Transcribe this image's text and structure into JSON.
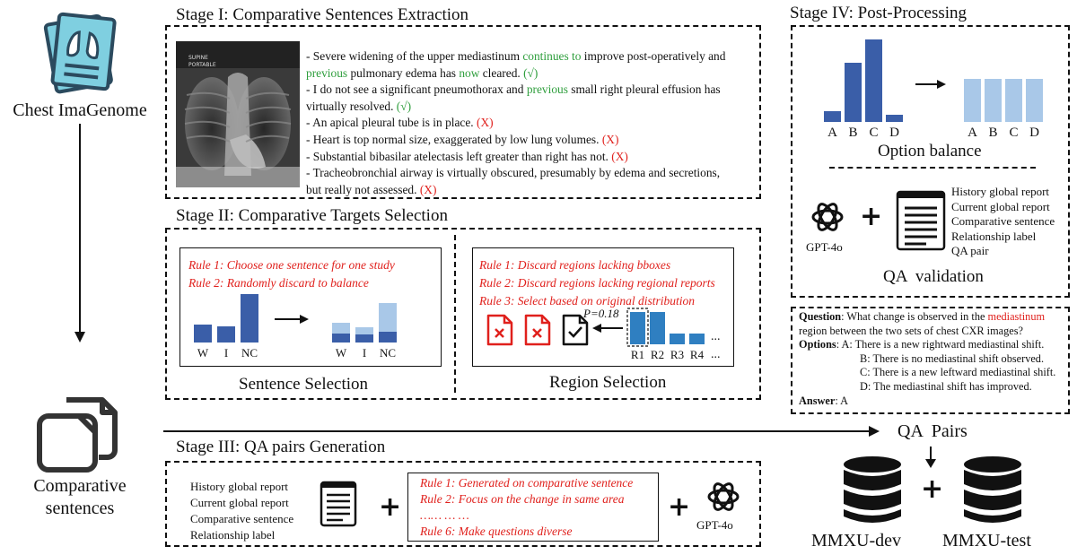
{
  "source": {
    "label": "Chest ImaGenome"
  },
  "output": {
    "label_line1": "Comparative",
    "label_line2": "sentences"
  },
  "stage1": {
    "title": "Stage I: Comparative Sentences Extraction",
    "sentences": [
      {
        "parts": [
          {
            "t": "- Severe widening of the upper mediastinum "
          },
          {
            "t": "continues to",
            "c": "green"
          },
          {
            "t": " improve post-operatively and"
          }
        ]
      },
      {
        "parts": [
          {
            "t": "previous",
            "c": "green"
          },
          {
            "t": " pulmonary edema has "
          },
          {
            "t": "now",
            "c": "green"
          },
          {
            "t": " cleared. "
          },
          {
            "t": "(√)",
            "c": "green"
          }
        ]
      },
      {
        "parts": [
          {
            "t": "- I do not see a significant pneumothorax and "
          },
          {
            "t": "previous",
            "c": "green"
          },
          {
            "t": " small right pleural effusion has"
          }
        ]
      },
      {
        "parts": [
          {
            "t": "virtually resolved. "
          },
          {
            "t": "(√)",
            "c": "green"
          }
        ]
      },
      {
        "parts": [
          {
            "t": "- An apical pleural tube is in place. "
          },
          {
            "t": "(X)",
            "c": "red"
          }
        ]
      },
      {
        "parts": [
          {
            "t": "- Heart is top normal size, exaggerated by low lung volumes. "
          },
          {
            "t": "(X)",
            "c": "red"
          }
        ]
      },
      {
        "parts": [
          {
            "t": "- Substantial bibasilar atelectasis left greater than right has not. "
          },
          {
            "t": "(X)",
            "c": "red"
          }
        ]
      },
      {
        "parts": [
          {
            "t": "- Tracheobronchial airway is virtually obscured, presumably by edema and secretions,"
          }
        ]
      },
      {
        "parts": [
          {
            "t": "but really not assessed. "
          },
          {
            "t": "(X)",
            "c": "red"
          }
        ]
      }
    ]
  },
  "stage2": {
    "title": "Stage II: Comparative Targets Selection",
    "sentence_selection": {
      "caption": "Sentence Selection",
      "rules": [
        "Rule 1: Choose one sentence for one study",
        "Rule 2: Randomly discard to balance"
      ],
      "categories": [
        "W",
        "I",
        "NC"
      ]
    },
    "region_selection": {
      "caption": "Region Selection",
      "rules": [
        "Rule 1: Discard regions lacking bboxes",
        "Rule 2: Discard regions lacking regional reports",
        "Rule 3: Select based on original distribution"
      ],
      "prob_label": "P=0.18",
      "categories": [
        "R1",
        "R2",
        "R3",
        "R4"
      ],
      "ellipsis": "..."
    }
  },
  "stage3": {
    "title": "Stage III: QA pairs Generation",
    "inputs": [
      "History global report",
      "Current global report",
      "Comparative sentence",
      "Relationship label"
    ],
    "rules": [
      "Rule 1: Generated on comparative sentence",
      "Rule 2: Focus on the change in same area",
      "…… …  …",
      "Rule 6: Make questions diverse"
    ],
    "model": "GPT-4o"
  },
  "stage4": {
    "title": "Stage IV: Post-Processing",
    "option_balance": {
      "caption": "Option balance",
      "categories": [
        "A",
        "B",
        "C",
        "D"
      ]
    },
    "qa_validation": {
      "caption": "QA  validation",
      "model": "GPT-4o",
      "inputs": [
        "History global report",
        "Current global report",
        "Comparative sentence",
        "Relationship label",
        "QA pair"
      ]
    }
  },
  "qa_example": {
    "question_label": "Question",
    "question_pre": ": What change is observed in the ",
    "question_key": "mediastinum",
    "question_post": "",
    "question_line2": "region between the two sets of chest CXR images?",
    "options_label": "Options",
    "options": [
      ": A: There is a new rightward mediastinal shift.",
      "B: There is no mediastinal shift observed.",
      "C: There is a new leftward mediastinal shift.",
      "D: The mediastinal shift has improved."
    ],
    "answer_label": "Answer",
    "answer_value": ": A"
  },
  "qa_pairs": {
    "label": "QA  Pairs",
    "dev": "MMXU-dev",
    "test": "MMXU-test"
  },
  "colors": {
    "dark_blue": "#3a5ea8",
    "light_blue": "#a9c8e8",
    "mid_blue": "#2f7fc1",
    "accent_red": "#e0201c",
    "accent_green": "#2e9e3c",
    "icon_cyan": "#7fcfe0"
  }
}
